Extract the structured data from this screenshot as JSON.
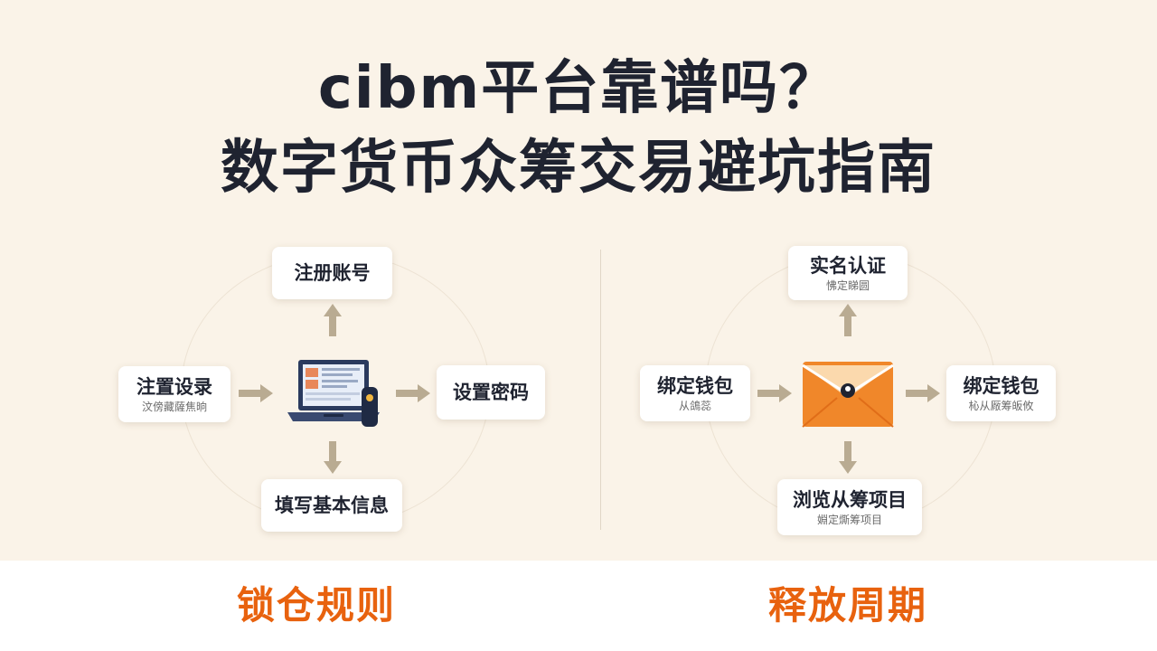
{
  "title": {
    "line1": "cibm平台靠谱吗？",
    "line2": "数字货币众筹交易避坑指南"
  },
  "left_diagram": {
    "top": {
      "main": "注册账号"
    },
    "left": {
      "main": "注置设录",
      "sub": "汶傍藏薩焦晌"
    },
    "right": {
      "main": "设置密码"
    },
    "bottom": {
      "main": "填写基本信息"
    },
    "center_icon": "laptop-icon"
  },
  "right_diagram": {
    "top": {
      "main": "实名认证",
      "sub": "怫定睇圆"
    },
    "left": {
      "main": "绑定钱包",
      "sub": "从鴿蕊"
    },
    "right": {
      "main": "绑定钱包",
      "sub": "杺从厰筹皈攸"
    },
    "bottom": {
      "main": "浏览从筹项目",
      "sub": "婣定燍筹项目"
    },
    "center_icon": "envelope-icon"
  },
  "bottom_labels": {
    "left": "锁仓规则",
    "right": "释放周期"
  },
  "colors": {
    "accent": "#e8620e",
    "title": "#1f2330",
    "arrow": "#b9ab92",
    "envelope": "#f0872a"
  }
}
